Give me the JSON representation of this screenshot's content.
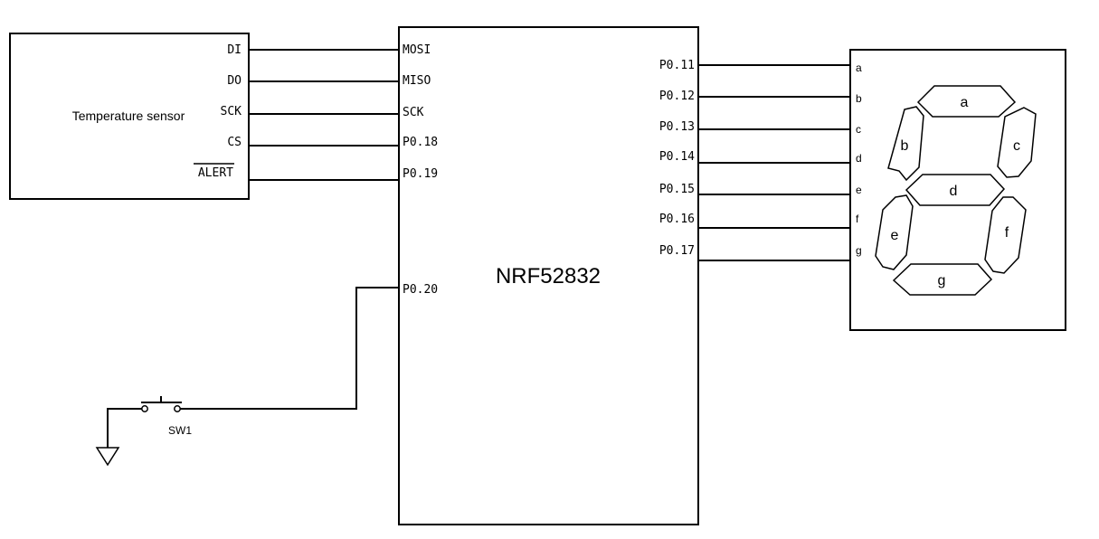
{
  "sensor": {
    "label": "Temperature sensor",
    "pins": [
      "DI",
      "DO",
      "SCK",
      "CS",
      "ALERT"
    ]
  },
  "mcu": {
    "label": "NRF52832",
    "left_pins": [
      "MOSI",
      "MISO",
      "SCK",
      "P0.18",
      "P0.19",
      "P0.20"
    ],
    "right_pins": [
      "P0.11",
      "P0.12",
      "P0.13",
      "P0.14",
      "P0.15",
      "P0.16",
      "P0.17"
    ]
  },
  "display": {
    "pin_labels": [
      "a",
      "b",
      "c",
      "d",
      "e",
      "f",
      "g"
    ],
    "segment_labels": {
      "a": "a",
      "b": "b",
      "c": "c",
      "d": "d",
      "e": "e",
      "f": "f",
      "g": "g"
    }
  },
  "switch": {
    "label": "SW1"
  }
}
